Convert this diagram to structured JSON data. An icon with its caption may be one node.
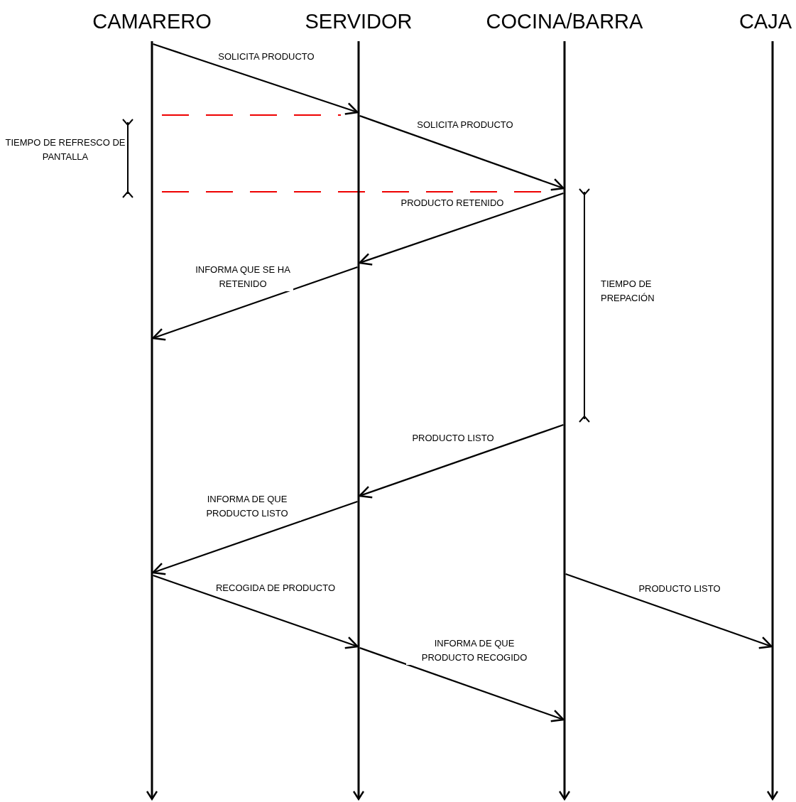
{
  "diagram": {
    "nodes": [
      {
        "text": [
          "CAMARERO"
        ]
      },
      {
        "text": [
          "SERVIDOR"
        ]
      },
      {
        "text": [
          "COCINA/BARRA"
        ]
      },
      {
        "text": [
          "CAJA"
        ]
      },
      {
        "text": [],
        "shape": "bar"
      },
      {
        "text": [],
        "shape": "bar"
      },
      {
        "text": [],
        "shape": "bar"
      },
      {
        "text": [],
        "shape": "bar"
      }
    ],
    "edges": [
      {
        "from": 4,
        "to": 5,
        "arrow": "to",
        "label": "SOLICITA PRODUCTO"
      },
      {
        "from": 5,
        "to": 6,
        "arrow": "to",
        "label": "SOLICITA PRODUCTO"
      },
      {
        "from": 6,
        "to": 5,
        "arrow": "to",
        "label": "PRODUCTO RETENIDO"
      },
      {
        "from": 5,
        "to": 4,
        "arrow": "to",
        "label": "INFORMA QUE SE HA RETENIDO"
      },
      {
        "from": 6,
        "to": 5,
        "arrow": "to",
        "label": "PRODUCTO LISTO"
      },
      {
        "from": 5,
        "to": 4,
        "arrow": "to",
        "label": "INFORMA DE QUE PRODUCTO LISTO"
      },
      {
        "from": 4,
        "to": 5,
        "arrow": "to",
        "label": "RECOGIDA DE PRODUCTO"
      },
      {
        "from": 5,
        "to": 6,
        "arrow": "to",
        "label": "INFORMA DE QUE PRODUCTO RECOGIDO"
      },
      {
        "from": 6,
        "to": 7,
        "arrow": "to",
        "label": "PRODUCTO LISTO"
      }
    ],
    "labels": [
      "TIEMPO DE REFRESCO DE PANTALLA",
      "TIEMPO DE PREPACIÓN"
    ]
  }
}
